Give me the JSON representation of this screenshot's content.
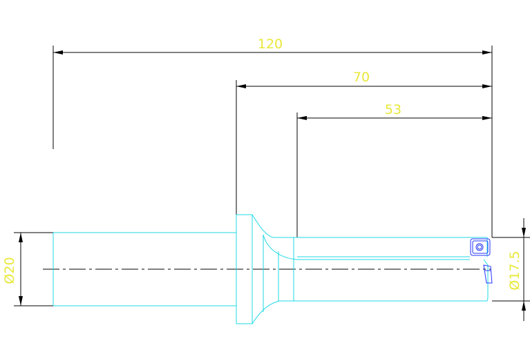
{
  "dimensions": {
    "overall_length": "120",
    "body_length": "70",
    "flute_length": "53",
    "shank_diameter": "Ø20",
    "cutting_diameter": "Ø17.5"
  },
  "colors": {
    "background": "#ffffff",
    "dimension_text": "#e8e83a",
    "dimension_lines": "#000000",
    "tool_outline": "#1fd8e6",
    "insert_outline": "#2333ff"
  },
  "icons": {
    "insert": "square-insert-icon"
  }
}
